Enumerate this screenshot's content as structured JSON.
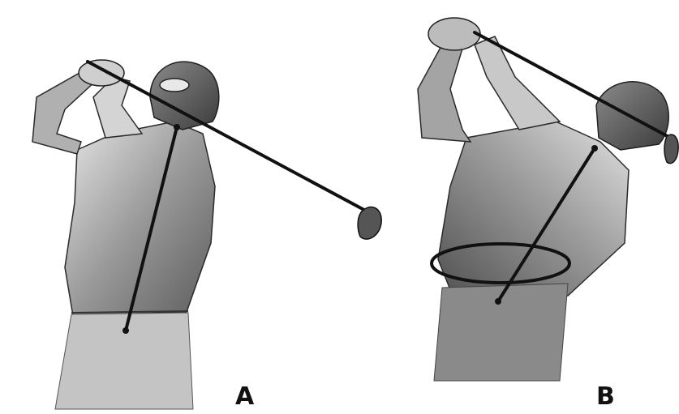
{
  "figure": {
    "panels": [
      {
        "id": "A",
        "label": "A",
        "annotations": [
          "club-shaft-line",
          "spine-angle-line"
        ]
      },
      {
        "id": "B",
        "label": "B",
        "annotations": [
          "club-shaft-line",
          "spine-angle-line",
          "hip-rotation-ellipse"
        ]
      }
    ],
    "colors": {
      "ink": "#111111",
      "body_light": "#d9d9d9",
      "body_mid": "#a8a8a8",
      "body_dark": "#5a5a5a",
      "background": "#ffffff"
    }
  }
}
